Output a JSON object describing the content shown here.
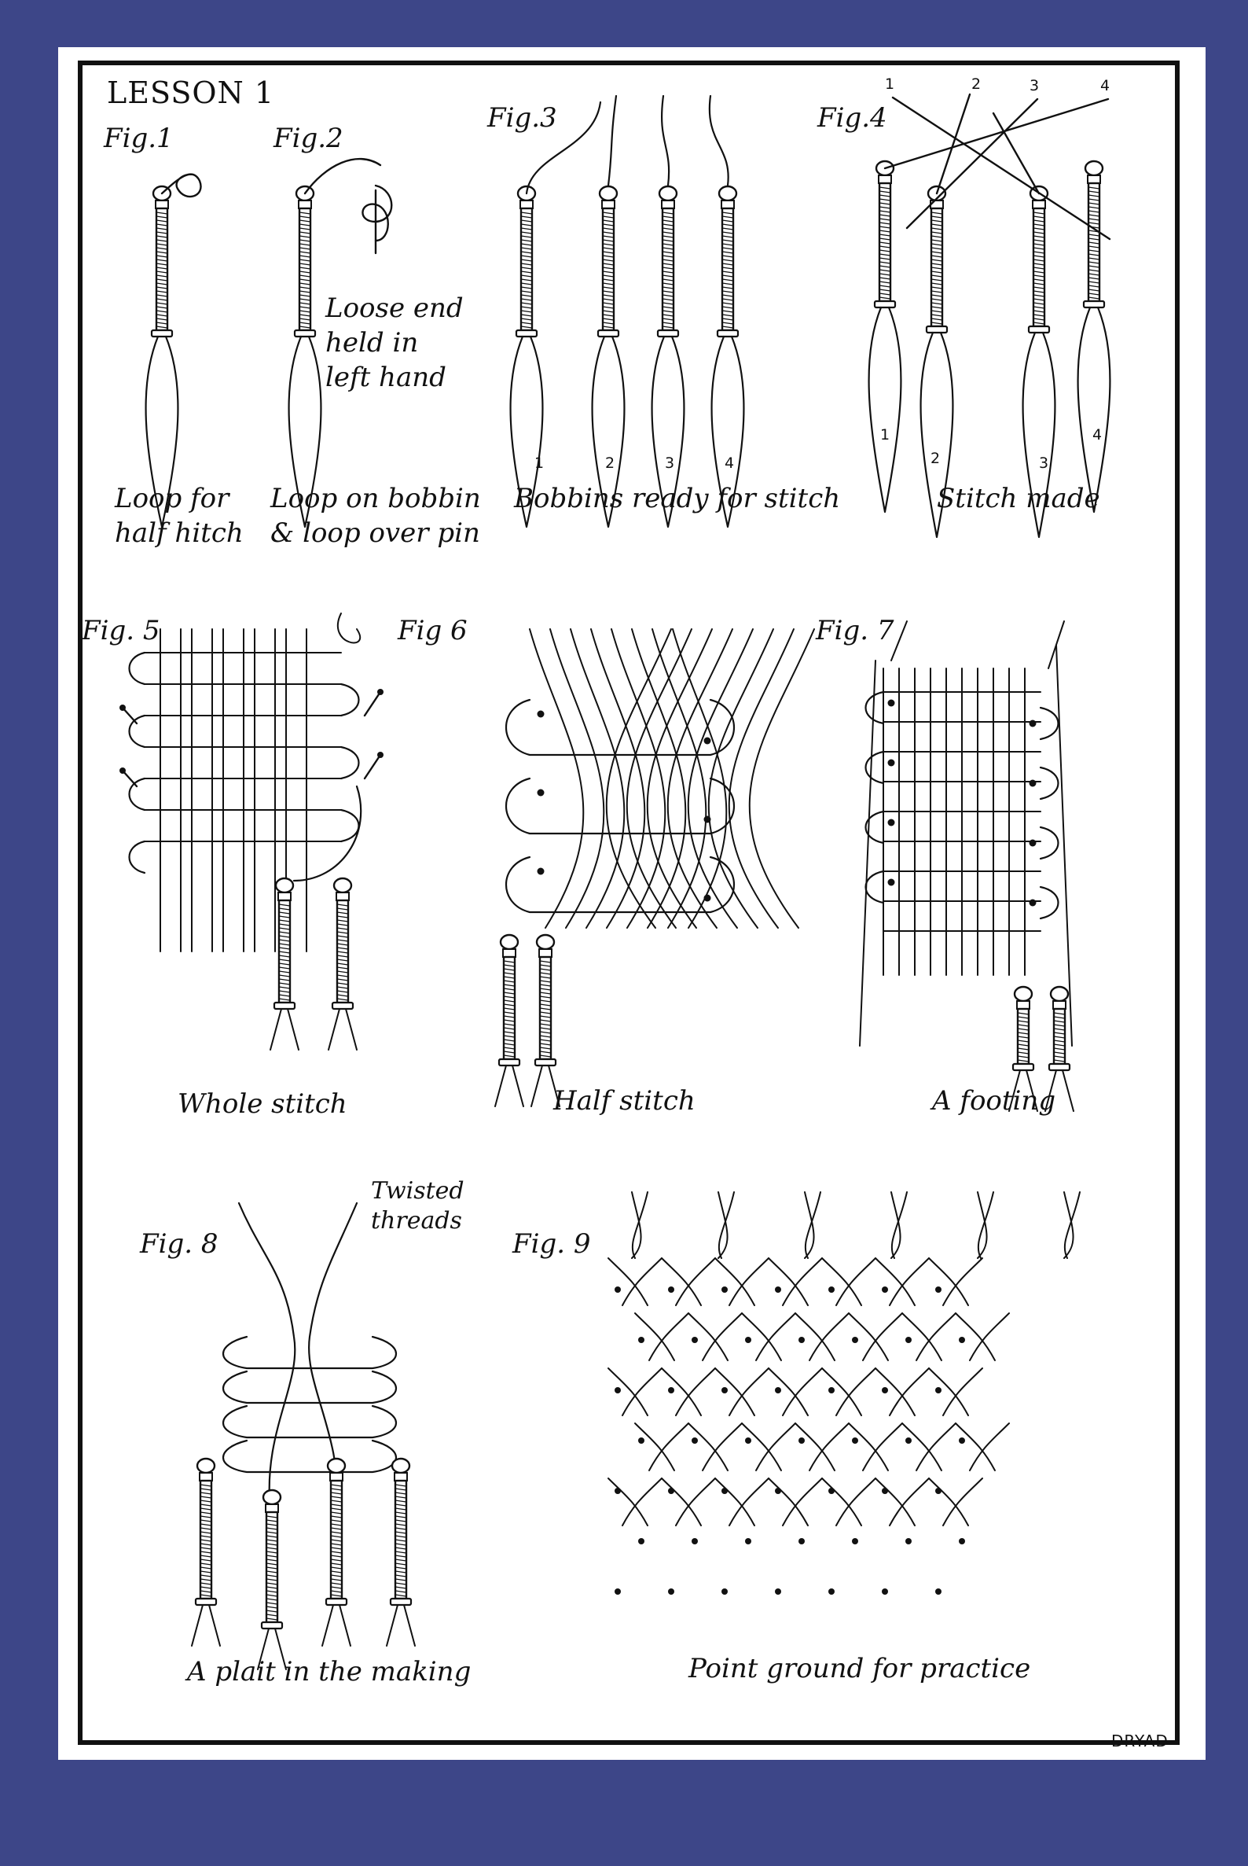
{
  "title": "LESSON 1",
  "figures": [
    {
      "label": "Fig.1",
      "caption": [
        "Loop for",
        "half hitch"
      ]
    },
    {
      "label": "Fig.2",
      "caption": [
        "Loop on bobbin",
        "& loop over pin"
      ],
      "note": [
        "Loose end",
        "held in",
        "left hand"
      ]
    },
    {
      "label": "Fig.3",
      "caption": [
        "Bobbins ready for stitch"
      ],
      "numbers": [
        "1",
        "2",
        "3",
        "4"
      ]
    },
    {
      "label": "Fig.4",
      "caption": [
        "Stitch made"
      ],
      "top_numbers": [
        "1",
        "2",
        "3",
        "4"
      ],
      "bottom_numbers": [
        "1",
        "2",
        "3",
        "4"
      ]
    },
    {
      "label": "Fig. 5",
      "caption": [
        "Whole stitch"
      ]
    },
    {
      "label": "Fig 6",
      "caption": [
        "Half stitch"
      ]
    },
    {
      "label": "Fig. 7",
      "caption": [
        "A footing"
      ]
    },
    {
      "label": "Fig. 8",
      "caption": [
        "A plait in the making"
      ],
      "note": [
        "Twisted",
        "threads"
      ]
    },
    {
      "label": "Fig. 9",
      "caption": [
        "Point ground for practice"
      ]
    }
  ],
  "maker_mark": "DRYAD",
  "colors": {
    "background": "#3d4688",
    "paper": "#ffffff",
    "ink": "#111111"
  }
}
